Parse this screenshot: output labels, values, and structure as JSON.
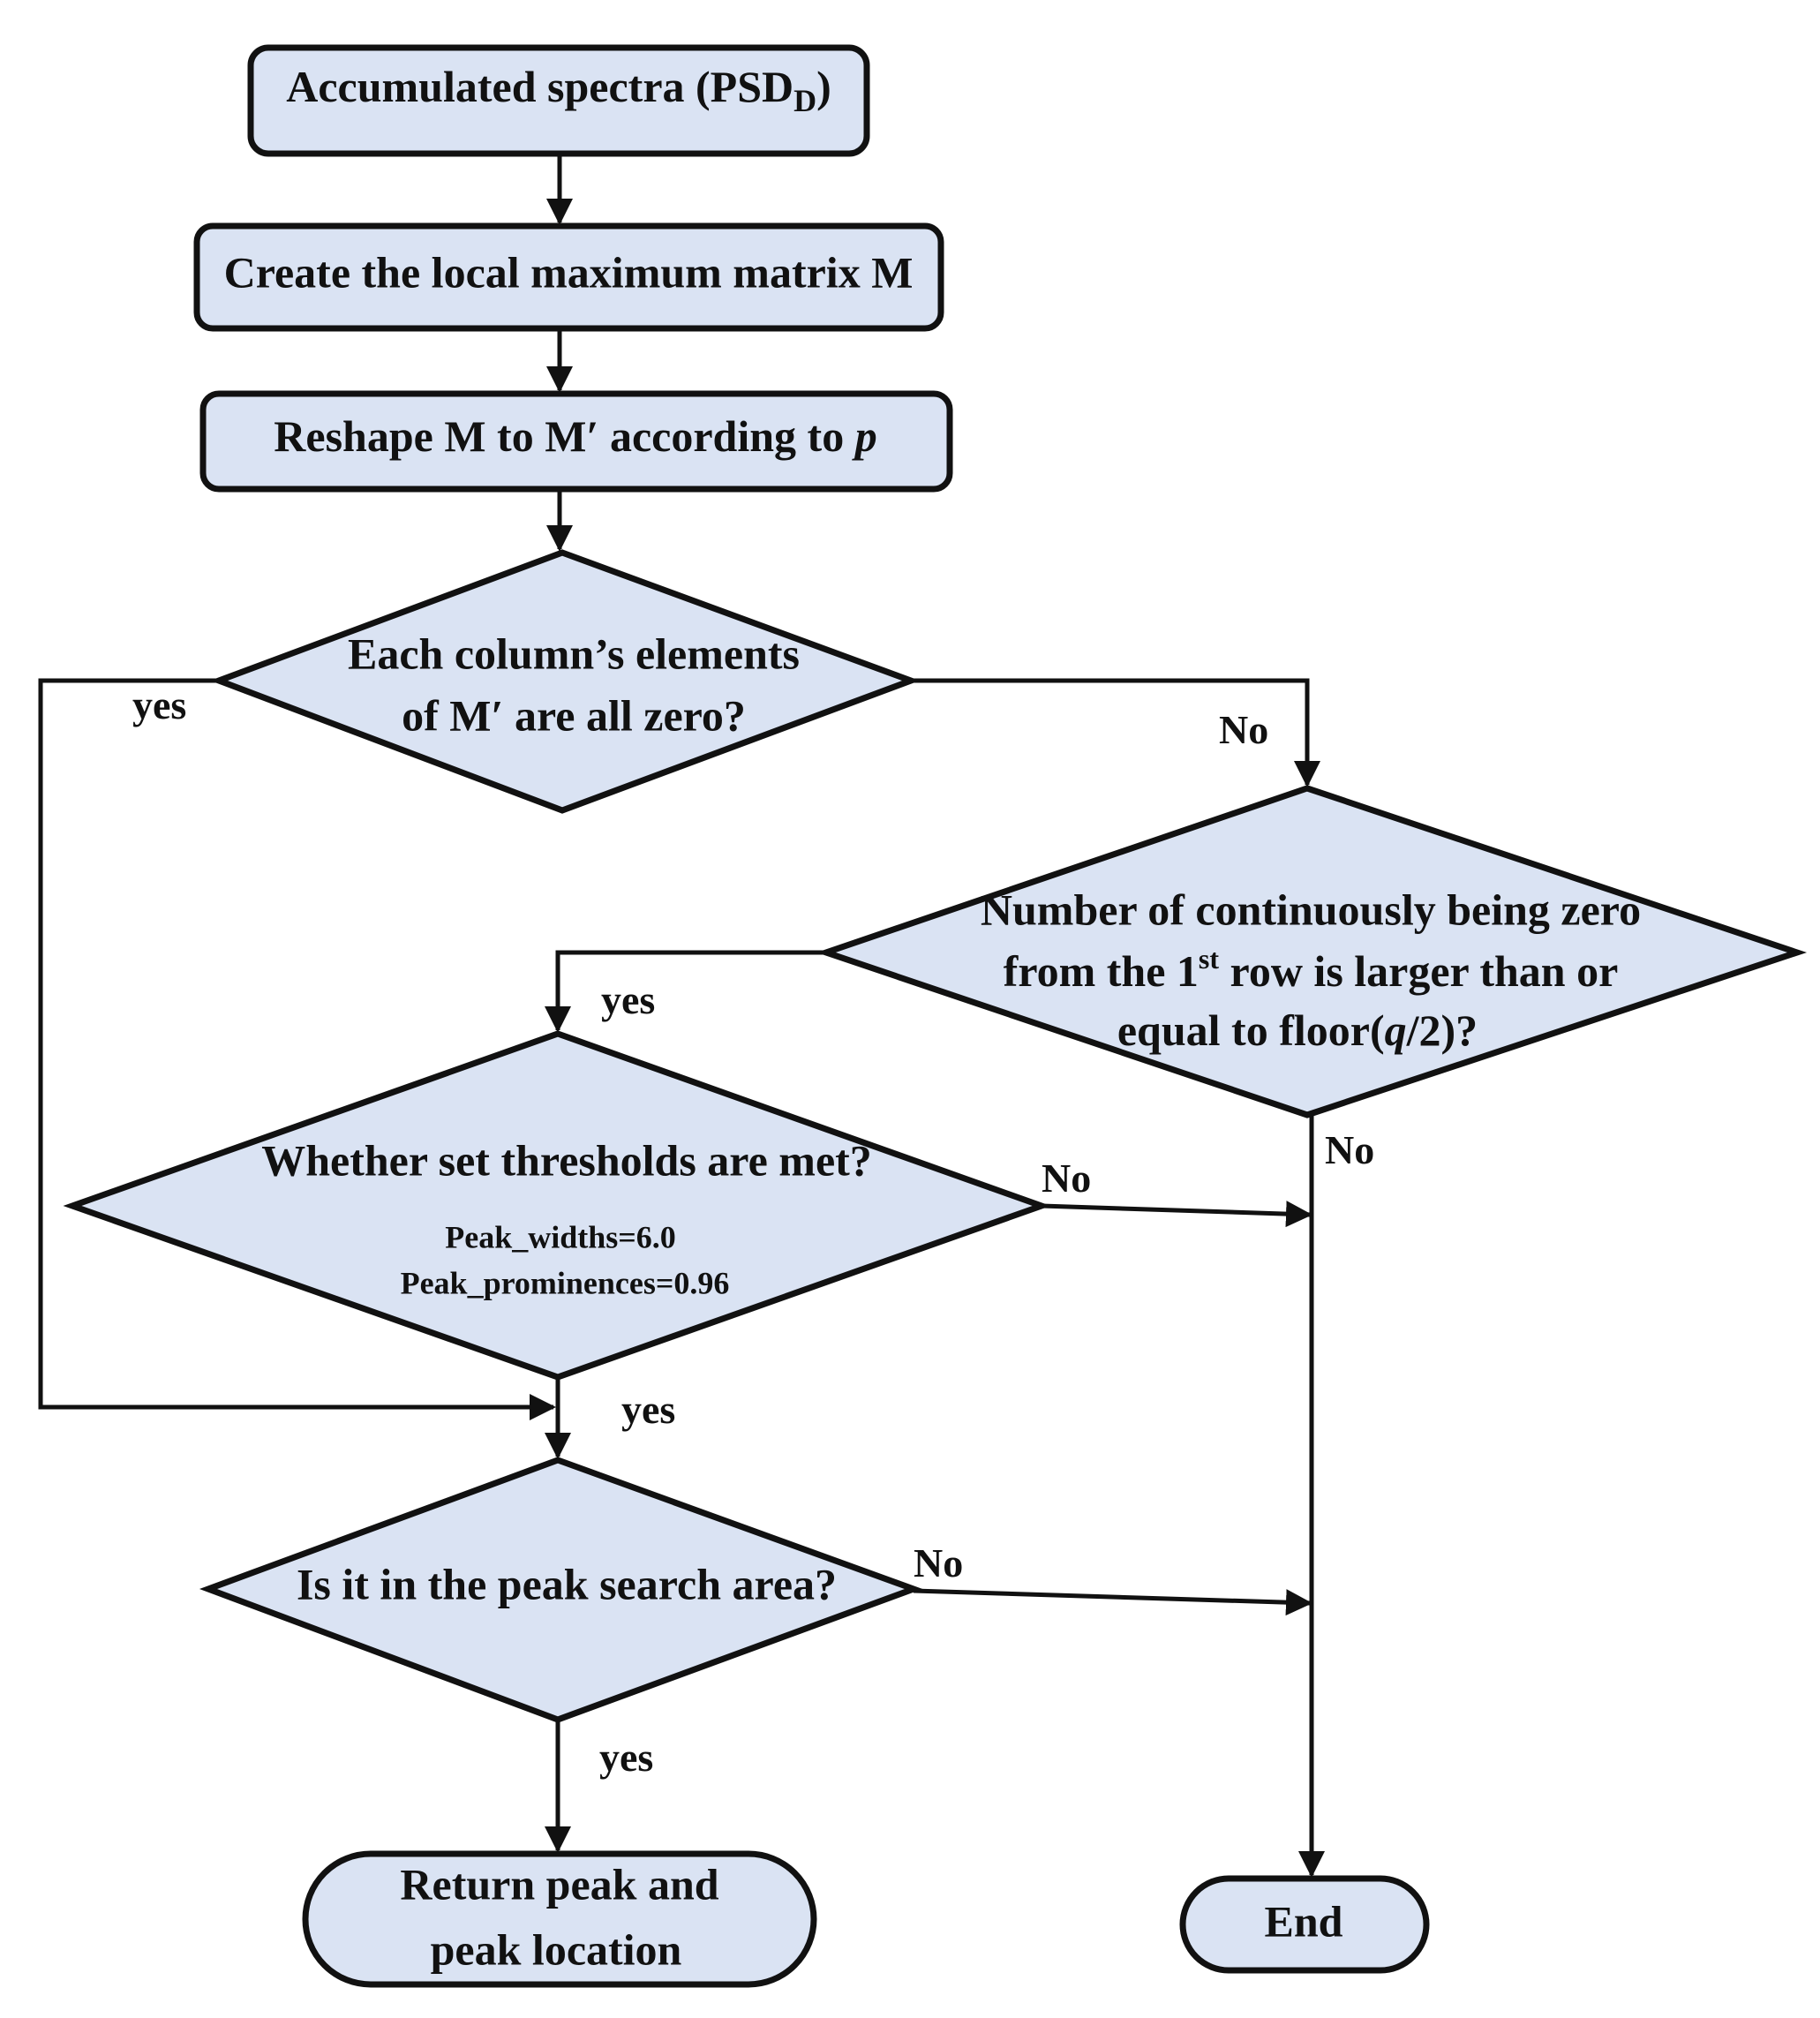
{
  "nodes": {
    "start": {
      "main": "Accumulated  spectra (PSD",
      "sub": "D",
      "tail": ")"
    },
    "create": "Create the local  maximum  matrix  M",
    "reshape": {
      "text": "Reshape M to M′ according  to ",
      "var": "p"
    },
    "d1": {
      "line1": "Each  column’s  elements",
      "line2": "of M′  are all zero?"
    },
    "d2": {
      "line1": "Number  of continuously  being zero",
      "line2a": "from  the 1",
      "line2sup": "st",
      "line2b": " row is larger  than  or",
      "line3a": "equal to floor(",
      "line3var": "q",
      "line3b": "/2)?"
    },
    "d3": {
      "line1": "Whether  set thresholds  are met?",
      "line2": "Peak_widths=6.0",
      "line3": "Peak_prominences=0.96"
    },
    "d4": "Is it in the peak search area?",
    "ret": {
      "line1": "Return peak and",
      "line2": "peak location"
    },
    "end": "End"
  },
  "edges": {
    "d1_yes": "yes",
    "d1_no": "No",
    "d2_yes": "yes",
    "d2_no": "No",
    "d3_no": "No",
    "d3_yes": "yes",
    "d4_no": "No",
    "d4_yes": "yes"
  },
  "colors": {
    "fill": "#dae3f3",
    "stroke": "#111111"
  }
}
